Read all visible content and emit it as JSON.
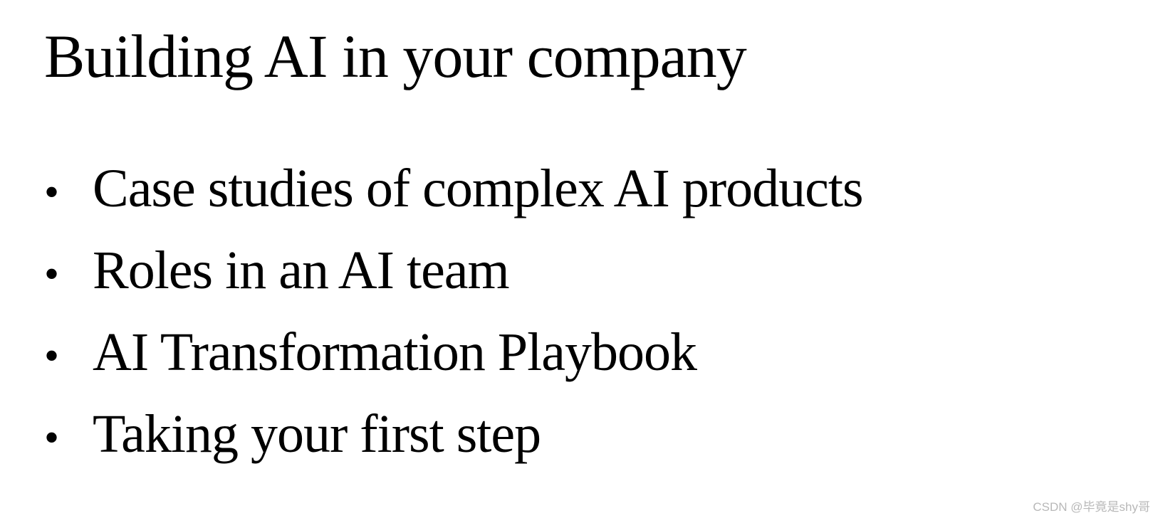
{
  "slide": {
    "title": "Building AI in your company",
    "bullet_glyph": "•",
    "bullets": [
      "Case studies of complex AI products",
      "Roles in an AI team",
      "AI Transformation Playbook",
      "Taking your first step"
    ]
  },
  "watermark": {
    "text": "CSDN @毕竟是shy哥",
    "color": "#b8b8b8"
  },
  "colors": {
    "background": "#ffffff",
    "text": "#000000"
  }
}
